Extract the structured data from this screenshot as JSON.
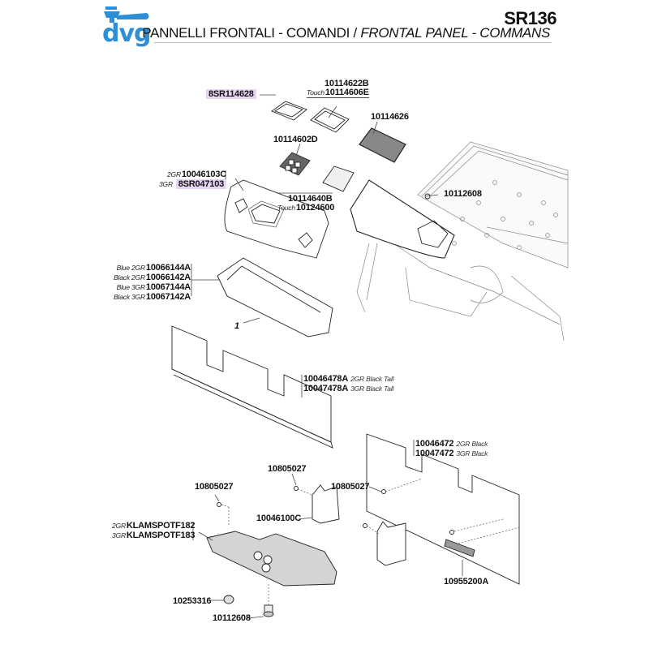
{
  "header": {
    "logo_text": "dvg",
    "logo_color": "#2e8fd6",
    "model": "SR136",
    "title_it": "PANNELLI FRONTALI - COMANDI",
    "separator": " / ",
    "title_en": "FRONTAL PANEL - COMMANS"
  },
  "highlight_color": "#e6d4f2",
  "parts": {
    "p8SR114628": {
      "code": "8SR114628"
    },
    "p10114622B": {
      "code": "10114622B"
    },
    "p10114606E": {
      "prefix": "Touch",
      "code": "10114606E"
    },
    "p10114626": {
      "code": "10114626"
    },
    "p10114602D": {
      "code": "10114602D"
    },
    "p10046103C": {
      "prefix": "2GR",
      "code": "10046103C"
    },
    "p8SR047103": {
      "prefix": "3GR",
      "code": "8SR047103"
    },
    "p10114640B": {
      "code": "10114640B"
    },
    "p10124600": {
      "prefix": "Touch",
      "code": "10124600"
    },
    "p10112608_top": {
      "code": "10112608"
    },
    "dash_variants": [
      {
        "prefix": "Blue 2GR",
        "code": "10066144A"
      },
      {
        "prefix": "Black 2GR",
        "code": "10066142A"
      },
      {
        "prefix": "Blue 3GR",
        "code": "10067144A"
      },
      {
        "prefix": "Black 3GR",
        "code": "10067142A"
      }
    ],
    "ref_1": {
      "code": "1"
    },
    "tall_panels": [
      {
        "code": "10046478A",
        "suffix": "2GR Black Tall"
      },
      {
        "code": "10047478A",
        "suffix": "3GR Black Tall"
      }
    ],
    "short_panels": [
      {
        "code": "10046472",
        "suffix": "2GR Black"
      },
      {
        "code": "10047472",
        "suffix": "3GR Black"
      }
    ],
    "screw_a": {
      "code": "10805027"
    },
    "screw_b": {
      "code": "10805027"
    },
    "screw_c": {
      "code": "10805027"
    },
    "p10046100C": {
      "code": "10046100C"
    },
    "footplate": [
      {
        "prefix": "2GR",
        "code": "KLAMSPOTF182"
      },
      {
        "prefix": "3GR",
        "code": "KLAMSPOTF183"
      }
    ],
    "p10253316": {
      "code": "10253316"
    },
    "p10112608_bottom": {
      "code": "10112608"
    },
    "p10955200A": {
      "code": "10955200A"
    }
  }
}
